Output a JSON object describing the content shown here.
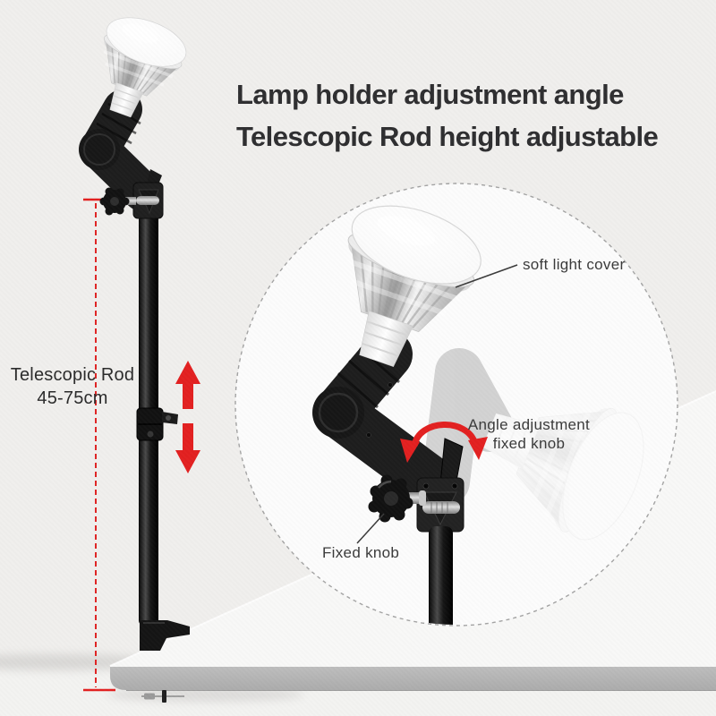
{
  "title": {
    "line1": "Lamp holder adjustment angle",
    "line2": "Telescopic Rod height adjustable"
  },
  "measurements": {
    "rod_line1": "Telescopic Rod",
    "rod_line2": "45-75cm"
  },
  "callouts": {
    "soft_light_cover": "soft light cover",
    "angle_line1": "Angle adjustment",
    "angle_line2": "fixed knob",
    "fixed_knob": "Fixed knob"
  },
  "icons": {
    "height_adjust_up": "up-arrow-icon",
    "height_adjust_down": "down-arrow-icon",
    "angle_rotation": "curved-rotation-arrow-icon",
    "detail_magnifier": "dashed-detail-circle"
  },
  "colors": {
    "accent_red": "#e32020",
    "title_text": "#2e2e30",
    "label_text": "#3a3a3a",
    "background": "#f0efed",
    "circle_fill": "#fcfcfc",
    "circle_dash_border": "#a3a3a3",
    "table_top": "#f8f8f7",
    "table_edge": "#b5b5b5",
    "product_black": "#1d1d1d",
    "product_silver": "#d9d9d9"
  }
}
